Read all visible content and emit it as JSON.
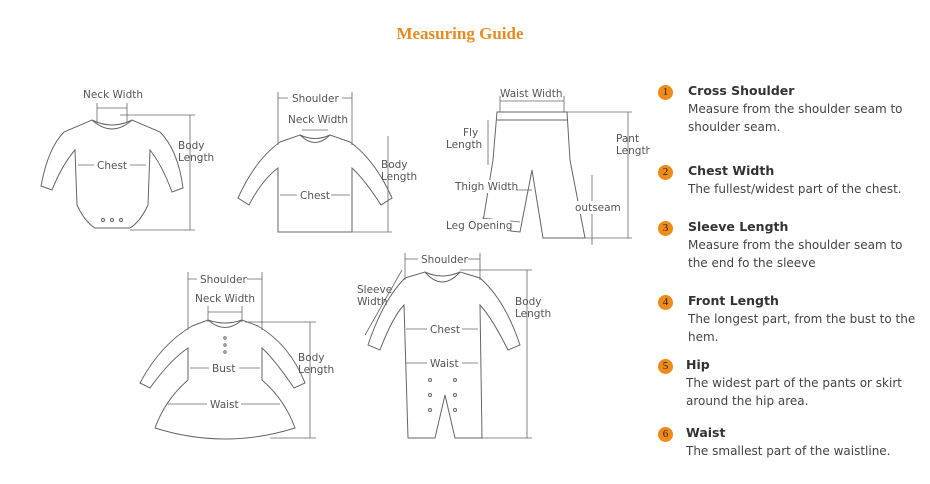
{
  "title": "Measuring Guide",
  "accent_color": "#ef8b16",
  "diagrams": {
    "bodysuit": {
      "neck_width": "Neck Width",
      "body_length_1": "Body",
      "body_length_2": "Length",
      "chest": "Chest"
    },
    "tshirt": {
      "shoulder": "Shoulder",
      "neck_width": "Neck Width",
      "body_length_1": "Body",
      "body_length_2": "Length",
      "chest": "Chest"
    },
    "pants": {
      "waist_width": "Waist Width",
      "fly_length_1": "Fly",
      "fly_length_2": "Length",
      "pant_length_1": "Pant",
      "pant_length_2": "Length",
      "thigh_width": "Thigh Width",
      "outseam": "outseam",
      "leg_opening": "Leg Opening"
    },
    "dress": {
      "shoulder": "Shoulder",
      "neck_width": "Neck Width",
      "bust": "Bust",
      "waist": "Waist",
      "body_length_1": "Body",
      "body_length_2": "Length"
    },
    "romper": {
      "shoulder": "Shoulder",
      "sleeve_width_1": "Sleeve",
      "sleeve_width_2": "Width",
      "body_length_1": "Body",
      "body_length_2": "Length",
      "chest": "Chest",
      "waist": "Waist"
    }
  },
  "guide": [
    {
      "num": "1",
      "title": "Cross Shoulder",
      "desc": "Measure from the shoulder seam to shoulder seam."
    },
    {
      "num": "2",
      "title": "Chest Width",
      "desc": "The fullest/widest part of the chest."
    },
    {
      "num": "3",
      "title": "Sleeve Length",
      "desc": "Measure from the shoulder seam to the end fo the sleeve"
    },
    {
      "num": "4",
      "title": "Front Length",
      "desc": "The longest part, from the bust to the hem."
    },
    {
      "num": "5",
      "title": "Hip",
      "desc": "The widest part of the pants or skirt around the hip area."
    },
    {
      "num": "6",
      "title": "Waist",
      "desc": "The smallest part of the waistline."
    }
  ]
}
